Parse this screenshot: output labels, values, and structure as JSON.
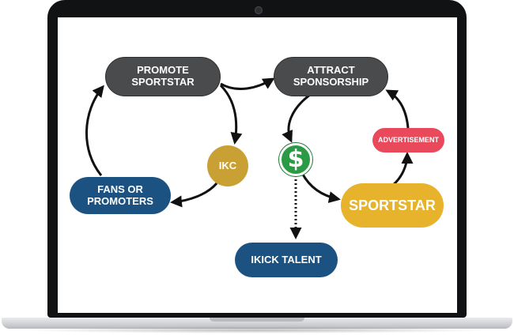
{
  "nodes": {
    "promote": {
      "label": "PROMOTE\nSPORTSTAR"
    },
    "attract": {
      "label": "ATTRACT\nSPONSORSHIP"
    },
    "ikc": {
      "label": "IKC"
    },
    "dollar": {
      "label": "$"
    },
    "advertisement": {
      "label": "ADVERTISEMENT"
    },
    "fans": {
      "label": "FANS OR\nPROMOTERS"
    },
    "sportstar": {
      "label": "SPORTSTAR"
    },
    "talent": {
      "label": "IKICK TALENT"
    }
  },
  "colors": {
    "dark_gray": "#4a4b4d",
    "gold": "#c9a033",
    "yellow": "#e7b32d",
    "navy": "#1b5282",
    "green": "#2b9a45",
    "red": "#e84a5c",
    "arrow": "#111111"
  }
}
